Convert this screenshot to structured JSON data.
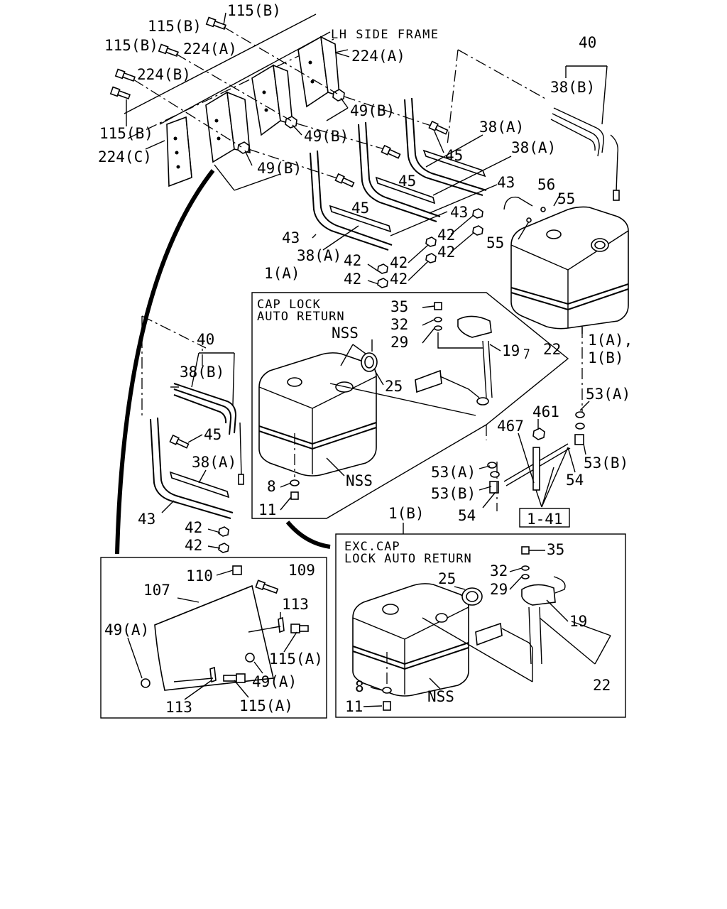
{
  "frame_label": "LH SIDE FRAME",
  "boxes": {
    "cap_lock": {
      "title_line1": "CAP LOCK",
      "title_line2": "AUTO RETURN"
    },
    "exc_cap": {
      "title_line1": "EXC.CAP",
      "title_line2": "LOCK AUTO RETURN"
    }
  },
  "ref_box": "1-41",
  "labels": {
    "l115b_1": "115(B)",
    "l115b_2": "115(B)",
    "l115b_3": "115(B)",
    "l115b_4": "115(B)",
    "l224a_1": "224(A)",
    "l224a_2": "224(A)",
    "l224b": "224(B)",
    "l224c": "224(C)",
    "l49b_1": "49(B)",
    "l49b_2": "49(B)",
    "l49b_3": "49(B)",
    "l40_1": "40",
    "l40_2": "40",
    "l38b_1": "38(B)",
    "l38b_2": "38(B)",
    "l38a_1": "38(A)",
    "l38a_2": "38(A)",
    "l38a_3": "38(A)",
    "l38a_4": "38(A)",
    "l45_1": "45",
    "l45_2": "45",
    "l45_3": "45",
    "l45_4": "45",
    "l43_1": "43",
    "l43_2": "43",
    "l43_3": "43",
    "l43_4": "43",
    "l42_1": "42",
    "l42_2": "42",
    "l42_3": "42",
    "l42_4": "42",
    "l42_5": "42",
    "l42_6": "42",
    "l42_7": "42",
    "l56": "56",
    "l55_1": "55",
    "l55_2": "55",
    "l1a": "1(A)",
    "l1a_1b_1": "1(A),",
    "l1a_1b_2": "1(B)",
    "l1b": "1(B)",
    "l35_1": "35",
    "l32_1": "32",
    "l29_1": "29",
    "l19_1": "19",
    "l22_1": "22",
    "lnss_1": "NSS",
    "lnss_2": "NSS",
    "lnss_3": "NSS",
    "l25_1": "25",
    "l8_1": "8",
    "l11_1": "11",
    "l53a_1": "53(A)",
    "l53a_2": "53(A)",
    "l53b_1": "53(B)",
    "l53b_2": "53(B)",
    "l461": "461",
    "l467": "467",
    "l54_1": "54",
    "l54_2": "54",
    "l110": "110",
    "l109": "109",
    "l107": "107",
    "l113_1": "113",
    "l113_2": "113",
    "l49a_1": "49(A)",
    "l49a_2": "49(A)",
    "l115a_1": "115(A)",
    "l115a_2": "115(A)",
    "l35_2": "35",
    "l32_2": "32",
    "l29_2": "29",
    "l25_2": "25",
    "l19_2": "19",
    "l22_2": "22",
    "l8_2": "8",
    "l11_2": "11"
  }
}
